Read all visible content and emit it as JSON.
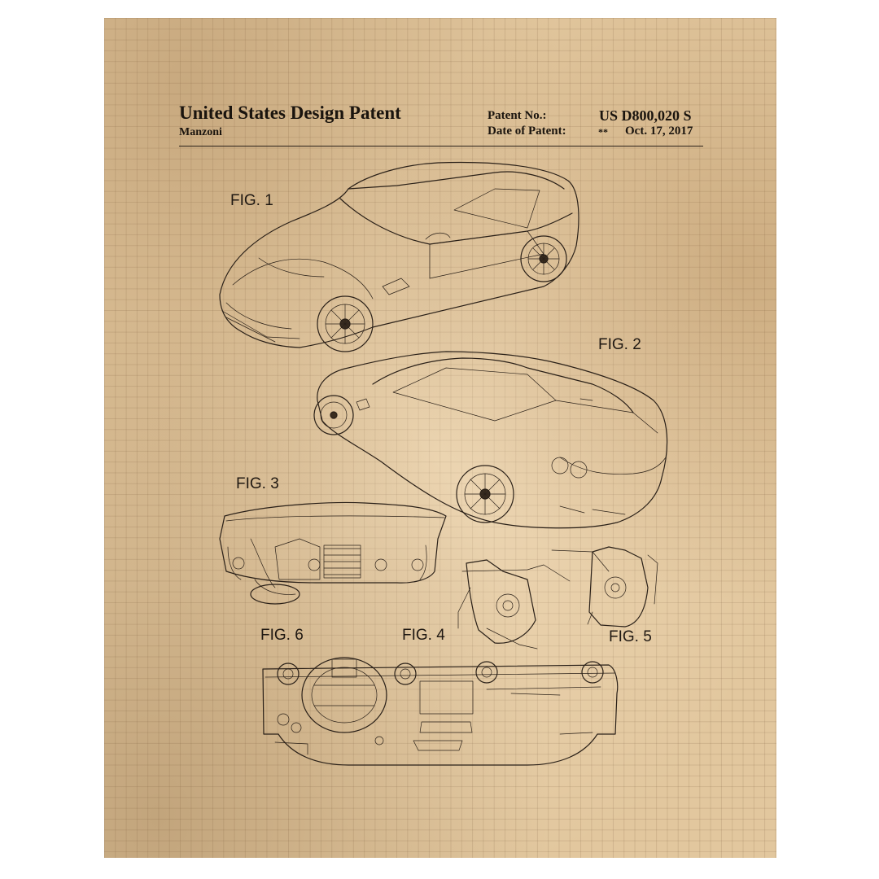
{
  "header": {
    "title": "United States Design Patent",
    "inventor": "Manzoni",
    "patent_no_label": "Patent No.:",
    "patent_no_value": "US D800,020 S",
    "date_label": "Date of Patent:",
    "date_stars": "**",
    "date_value": "Oct. 17, 2017"
  },
  "figures": {
    "fig1": "FIG. 1",
    "fig2": "FIG. 2",
    "fig3": "FIG. 3",
    "fig4": "FIG. 4",
    "fig5": "FIG. 5",
    "fig6": "FIG. 6"
  },
  "colors": {
    "paper": "#e2c79e",
    "ink": "#2a2018"
  }
}
